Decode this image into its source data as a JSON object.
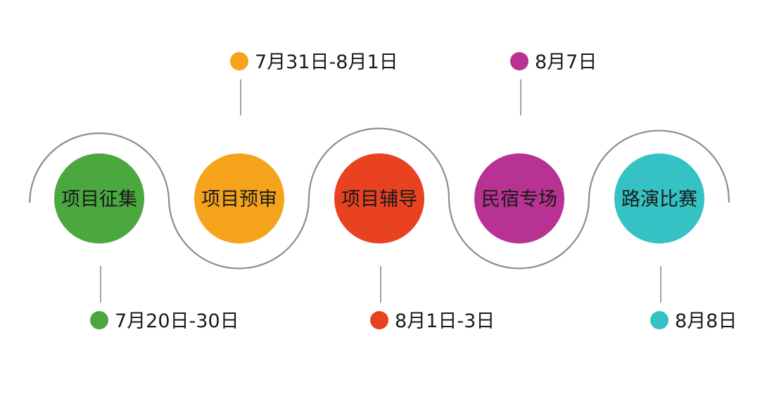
{
  "colors": {
    "path": "#8c8c8c",
    "connector": "#8c8c8c",
    "text": "#1a1a1a"
  },
  "stages": [
    {
      "label": "项目征集",
      "date": "7月20日-30日",
      "color": "#4aa83f",
      "date_position": "below"
    },
    {
      "label": "项目预审",
      "date": "7月31日-8月1日",
      "color": "#f5a31a",
      "date_position": "above"
    },
    {
      "label": "项目辅导",
      "date": "8月1日-3日",
      "color": "#e84221",
      "date_position": "below"
    },
    {
      "label": "民宿专场",
      "date": "8月7日",
      "color": "#b83294",
      "date_position": "above"
    },
    {
      "label": "路演比赛",
      "date": "8月8日",
      "color": "#35c2c4",
      "date_position": "below"
    }
  ]
}
